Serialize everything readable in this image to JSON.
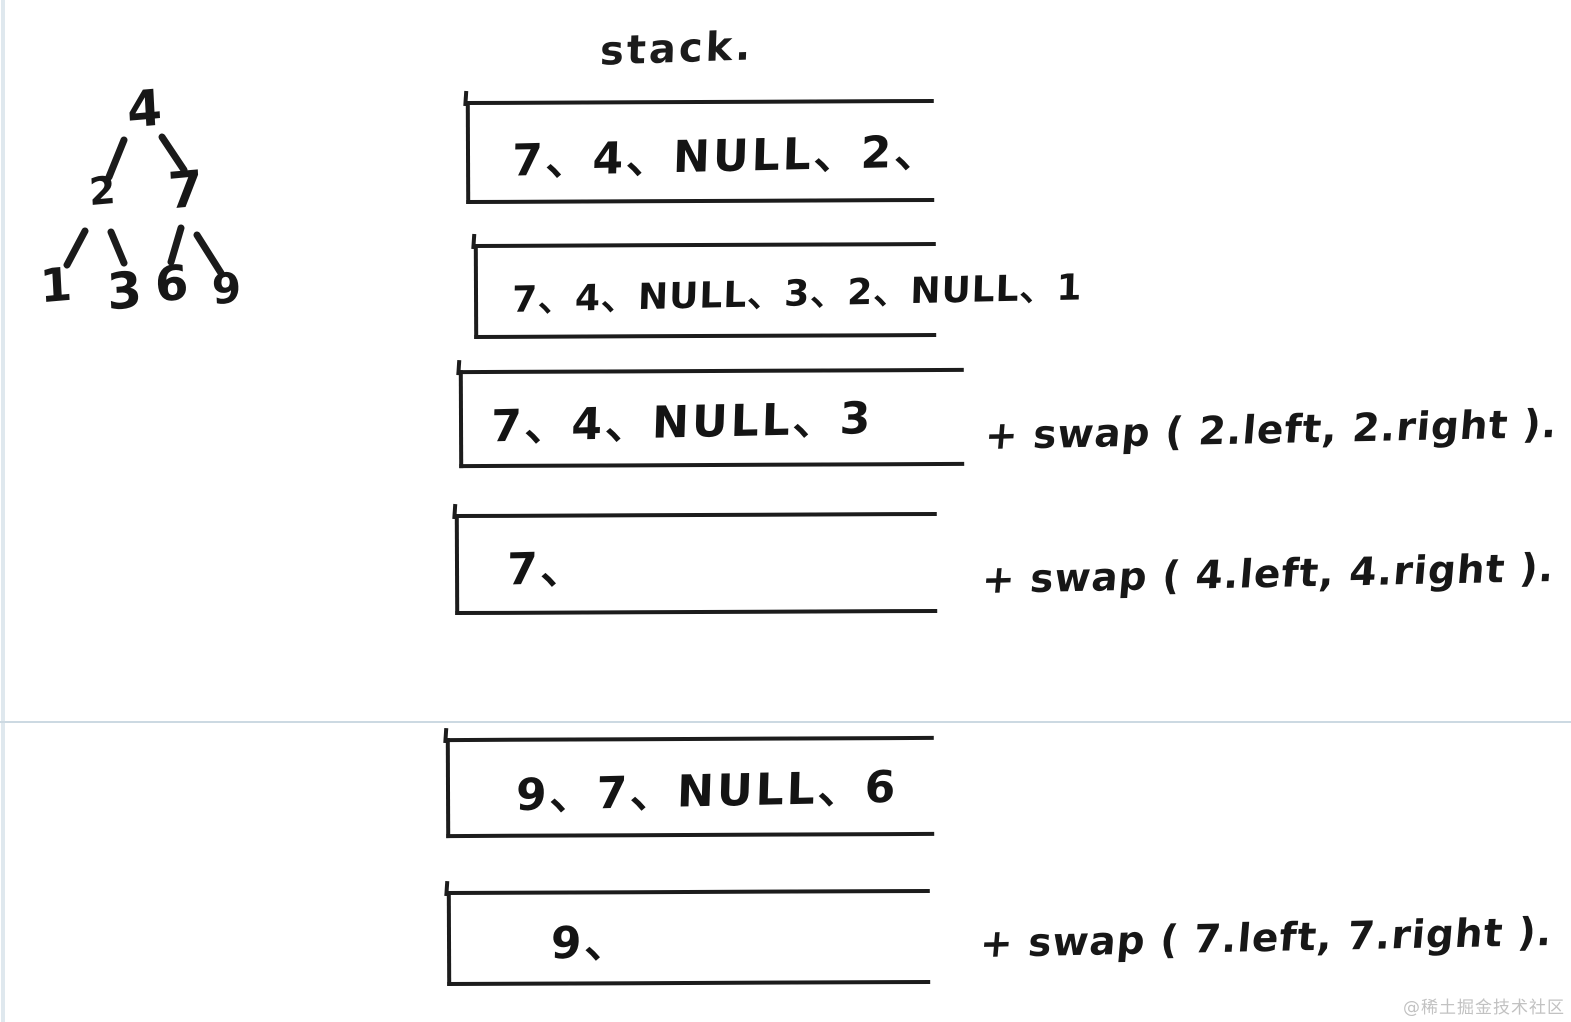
{
  "page": {
    "background_color": "#ffffff",
    "ink_color": "#1b1b1b",
    "divider_color": "#ccd9e2",
    "watermark_color": "#c2c2c2"
  },
  "stack": {
    "title": "stack.",
    "boxes": [
      {
        "text": "7、4、NULL、2、"
      },
      {
        "text": "7、4、NULL、3、2、NULL、1"
      },
      {
        "text": "7、4、NULL、3"
      },
      {
        "text": "7、"
      },
      {
        "text": "9、7、NULL、6"
      },
      {
        "text": "9、"
      }
    ]
  },
  "swaps": [
    {
      "text": "+ swap ( 2.left, 2.right )."
    },
    {
      "text": "+ swap ( 4.left, 4.right )."
    },
    {
      "text": "+ swap ( 7.left, 7.right )."
    }
  ],
  "tree": {
    "root": "4",
    "nodes": [
      {
        "label": "4"
      },
      {
        "label": "2"
      },
      {
        "label": "7"
      },
      {
        "label": "1"
      },
      {
        "label": "3"
      },
      {
        "label": "6"
      },
      {
        "label": "9"
      }
    ],
    "edges": [
      [
        "4",
        "2"
      ],
      [
        "4",
        "7"
      ],
      [
        "2",
        "1"
      ],
      [
        "2",
        "3"
      ],
      [
        "7",
        "6"
      ],
      [
        "7",
        "9"
      ]
    ]
  },
  "watermark": "@稀土掘金技术社区"
}
